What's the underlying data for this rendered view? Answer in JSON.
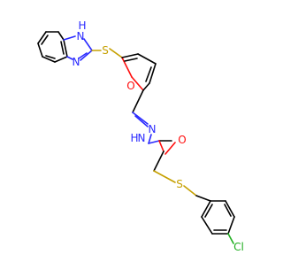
{
  "molecule": {
    "atom_labels": {
      "nh": "H",
      "n_h_letter": "N",
      "n_ring": "N",
      "s1": "S",
      "o_furan": "O",
      "n1": "N",
      "n2_h": "H",
      "n2": "N",
      "o_carbonyl": "O",
      "s2": "S",
      "cl": "Cl"
    },
    "colors": {
      "carbon": "#000000",
      "nitrogen": "#2a2aff",
      "sulfur": "#c6a000",
      "oxygen": "#ff0d0d",
      "chlorine": "#1fae1f"
    }
  }
}
